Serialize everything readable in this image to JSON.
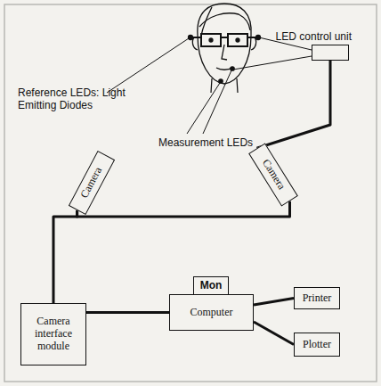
{
  "diagram": {
    "nodes": [
      {
        "text": [
          "LED control unit"
        ]
      },
      {
        "text": [
          "Camera"
        ]
      },
      {
        "text": [
          "Camera"
        ]
      },
      {
        "text": [
          "Camera interface module"
        ]
      },
      {
        "text": [
          "Mon"
        ]
      },
      {
        "text": [
          "Computer"
        ]
      },
      {
        "text": [
          "Printer"
        ]
      },
      {
        "text": [
          "Plotter"
        ]
      }
    ],
    "edges": [
      {
        "from": 0,
        "to": 2,
        "arrow": "none"
      },
      {
        "from": 1,
        "to": 2,
        "arrow": "none"
      },
      {
        "from": 1,
        "to": 3,
        "arrow": "none"
      },
      {
        "from": 3,
        "to": 5,
        "arrow": "none"
      },
      {
        "from": 5,
        "to": 6,
        "arrow": "none"
      },
      {
        "from": 5,
        "to": 7,
        "arrow": "none"
      }
    ],
    "labels": [
      "Reference LEDs: Light Emitting Diodes",
      "Measurement LEDs"
    ]
  }
}
